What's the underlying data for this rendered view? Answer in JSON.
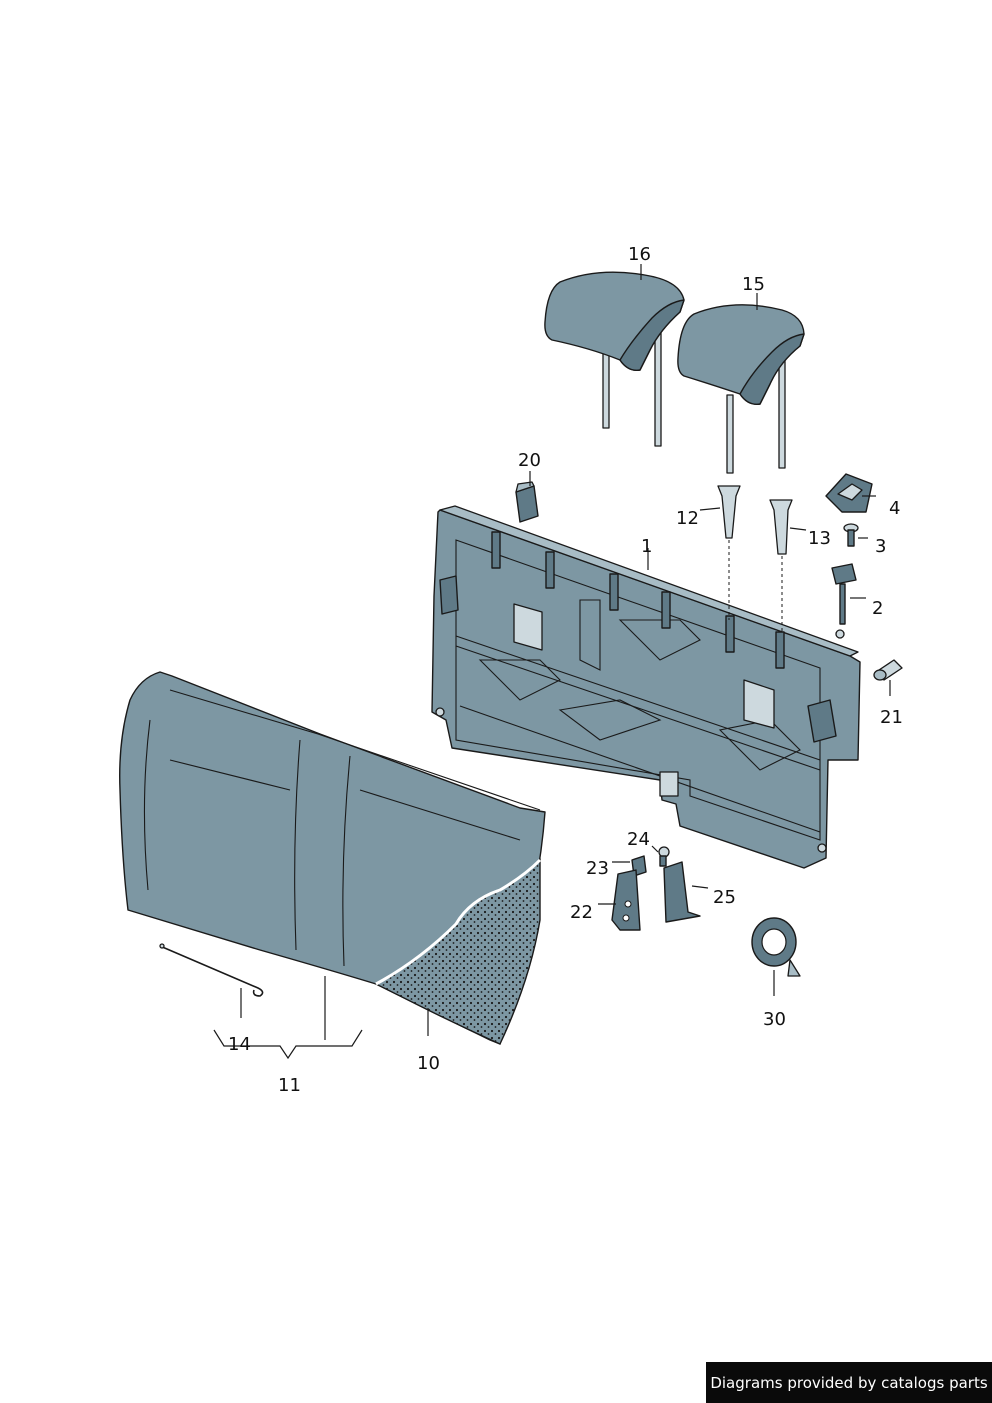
{
  "callouts": {
    "c1": "1",
    "c2": "2",
    "c3": "3",
    "c4": "4",
    "c10": "10",
    "c11": "11",
    "c12": "12",
    "c13": "13",
    "c14": "14",
    "c15": "15",
    "c16": "16",
    "c20": "20",
    "c21": "21",
    "c22": "22",
    "c23": "23",
    "c24": "24",
    "c25": "25",
    "c30": "30"
  },
  "credit": "Diagrams provided by catalogs parts",
  "colors": {
    "part_fill": "#7d97a3",
    "outline": "#1a1a1a",
    "credit_bg": "#0a0a0a",
    "credit_text": "#ffffff"
  }
}
